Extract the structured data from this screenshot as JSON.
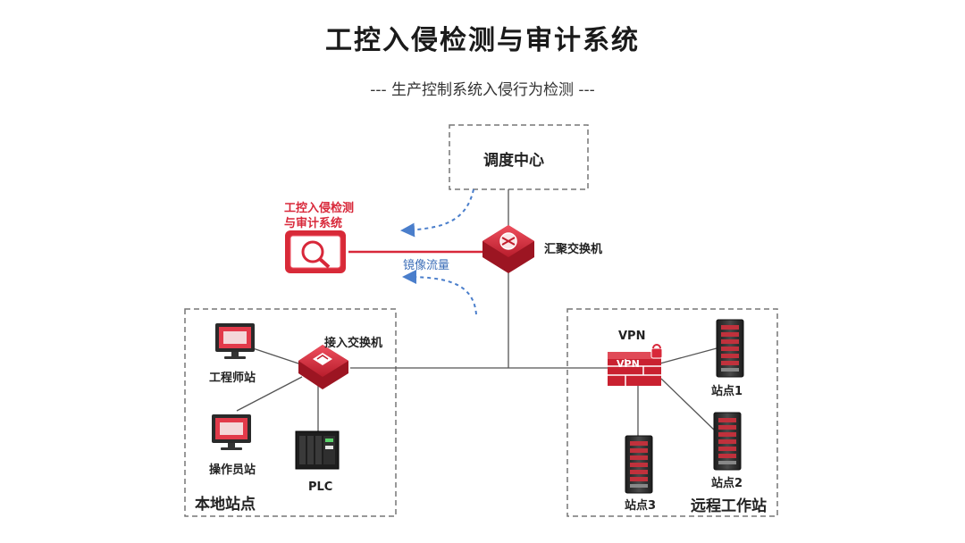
{
  "header": {
    "title": "工控入侵检测与审计系统",
    "subtitle": "--- 生产控制系统入侵行为检测 ---"
  },
  "dispatch_center": {
    "label": "调度中心"
  },
  "ids_system": {
    "label_line1": "工控入侵检测",
    "label_line2": "与审计系统"
  },
  "mirror_traffic": {
    "label": "镜像流量"
  },
  "core_switch": {
    "label": "汇聚交换机"
  },
  "local_site": {
    "title": "本地站点",
    "access_switch": "接入交换机",
    "engineer_station": "工程师站",
    "operator_station": "操作员站",
    "plc": "PLC"
  },
  "remote_site": {
    "title": "远程工作站",
    "vpn_label": "VPN",
    "vpn_badge": "VPN",
    "station1": "站点1",
    "station2": "站点2",
    "station3": "站点3"
  },
  "colors": {
    "accent_red": "#d8283a",
    "mirror_blue": "#4a7ecb",
    "line_gray": "#555555"
  }
}
